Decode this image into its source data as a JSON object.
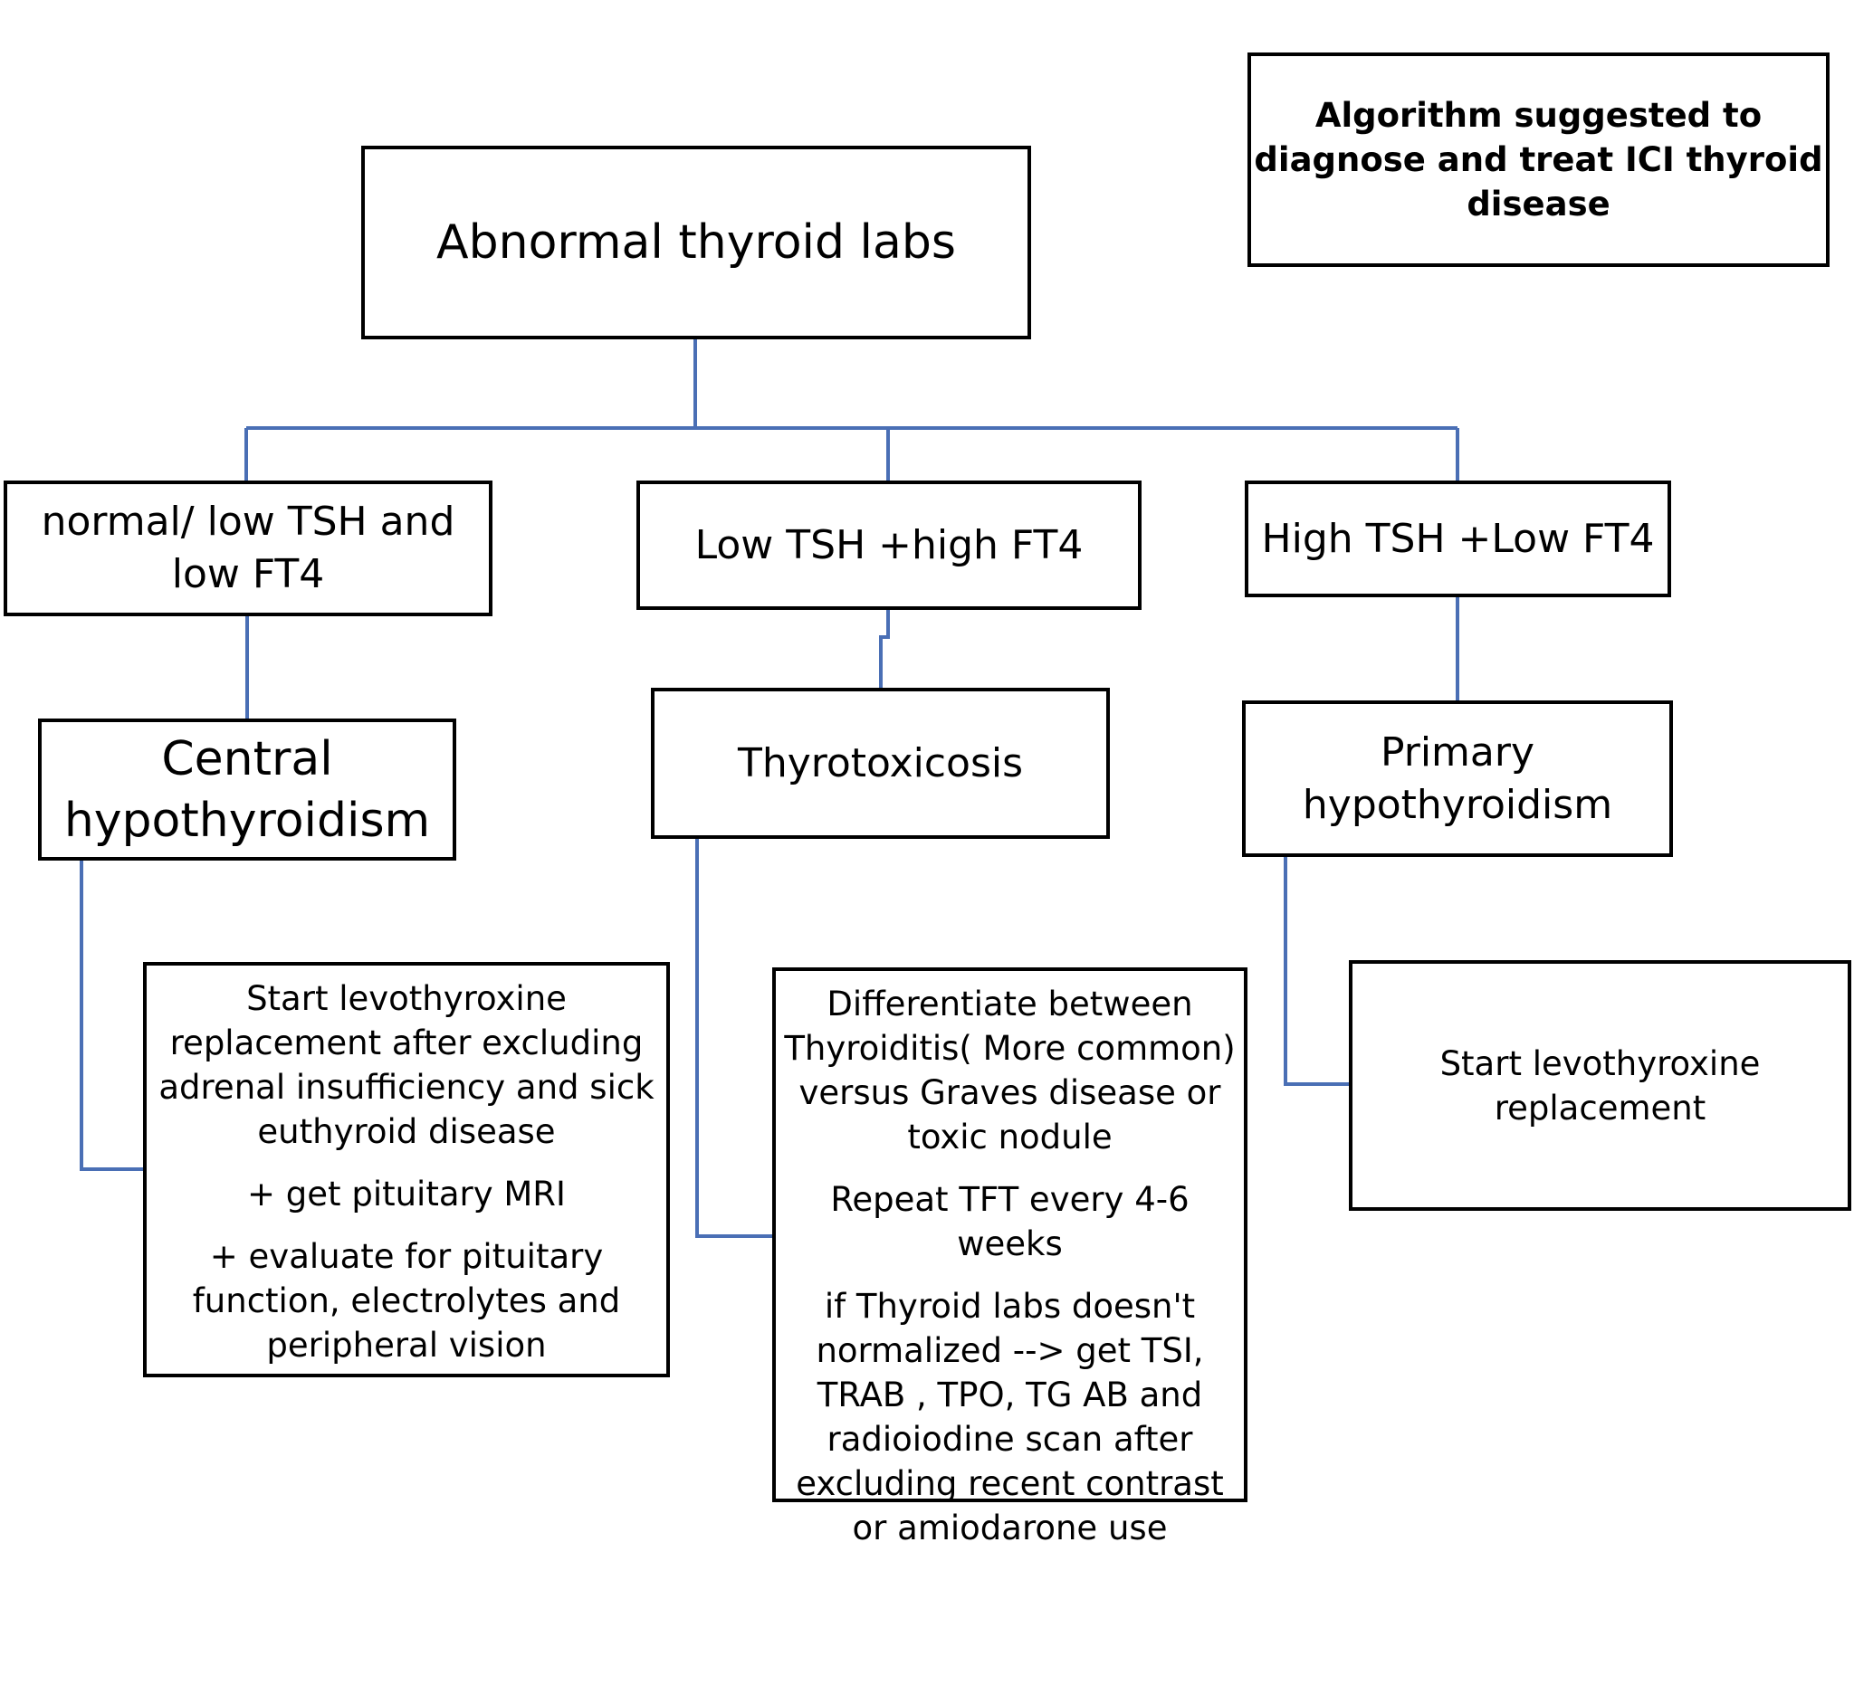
{
  "diagram_title": "Algorithm suggested to  diagnose and treat ICI thyroid disease",
  "root": {
    "label": "Abnormal thyroid labs"
  },
  "branches": [
    {
      "condition": "normal/ low TSH and low FT4",
      "diagnosis": "Central hypothyroidism",
      "management": [
        "Start levothyroxine replacement after excluding adrenal insufficiency and sick euthyroid disease",
        "+ get pituitary MRI",
        "+ evaluate for pituitary function, electrolytes and peripheral vision"
      ]
    },
    {
      "condition": "Low TSH +high FT4",
      "diagnosis": "Thyrotoxicosis",
      "management": [
        "Differentiate between Thyroiditis( More common) versus Graves disease or toxic nodule",
        "Repeat TFT every 4-6 weeks",
        "if Thyroid labs doesn't normalized --> get TSI, TRAB , TPO, TG AB and radioiodine scan after excluding recent contrast or amiodarone use"
      ]
    },
    {
      "condition": "High TSH +Low FT4",
      "diagnosis": "Primary hypothyroidism",
      "management": [
        "Start levothyroxine replacement"
      ]
    }
  ],
  "colors": {
    "connector": "#4a6fb5",
    "box_border": "#000000",
    "text": "#000000",
    "background": "#ffffff"
  }
}
